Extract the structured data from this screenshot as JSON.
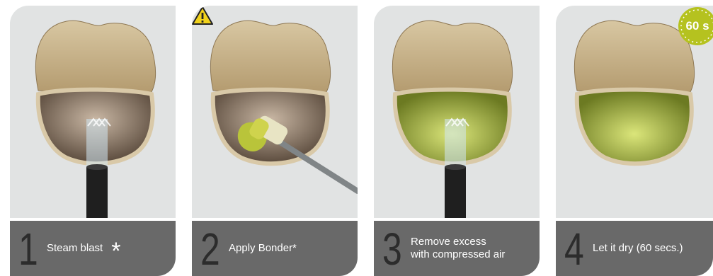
{
  "steps": [
    {
      "number": "1",
      "text": "Steam blast",
      "asterisk": "*"
    },
    {
      "number": "2",
      "text": "Apply Bonder*"
    },
    {
      "number": "3",
      "line1": "Remove excess",
      "line2": "with compressed air"
    },
    {
      "number": "4",
      "text": "Let it dry (60 secs.)"
    }
  ],
  "timer_label": "60 s",
  "colors": {
    "panel_bg": "#e1e3e3",
    "caption_bg": "#696969",
    "number": "#2c2c2c",
    "crown": "#c9b48c",
    "bonder": "#c7d24a",
    "timer": "#b5c21f",
    "warning": "#f1d21b"
  }
}
